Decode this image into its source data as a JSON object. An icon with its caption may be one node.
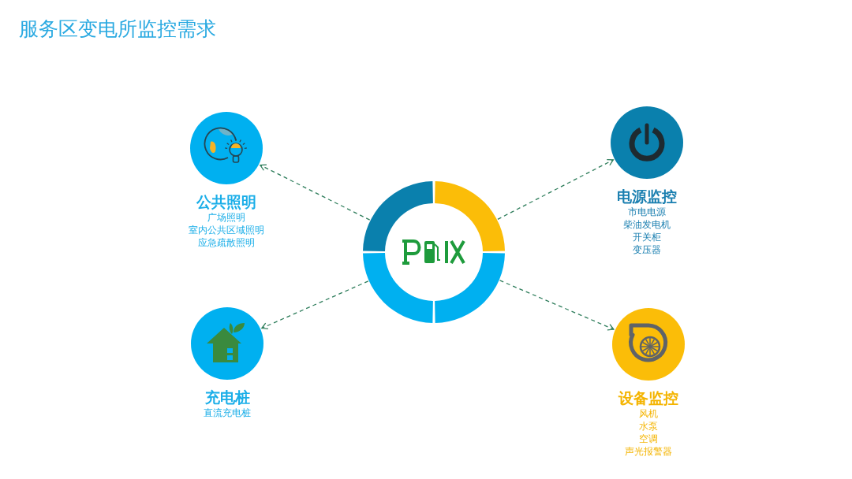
{
  "diagram": {
    "title": "服务区变电所监控需求",
    "nodes": [
      {
        "text": [],
        "shape": "picture"
      },
      {
        "text": [
          "公共照明",
          "广场照明",
          "室内公共区域照明",
          "应急疏散照明"
        ]
      },
      {
        "text": [
          "电源监控",
          "市电电源",
          "柴油发电机",
          "开关柜",
          "变压器"
        ]
      },
      {
        "text": [
          "充电桩",
          "直流充电桩"
        ]
      },
      {
        "text": [
          "设备监控",
          "风机",
          "水泵",
          "空调",
          "声光报警器"
        ]
      }
    ],
    "edges": [
      {
        "from": 0,
        "to": 1,
        "arrow": "to",
        "style": "dashed"
      },
      {
        "from": 0,
        "to": 2,
        "arrow": "to",
        "style": "dashed"
      },
      {
        "from": 0,
        "to": 3,
        "arrow": "to",
        "style": "dashed"
      },
      {
        "from": 0,
        "to": 4,
        "arrow": "to",
        "style": "dashed"
      }
    ]
  }
}
